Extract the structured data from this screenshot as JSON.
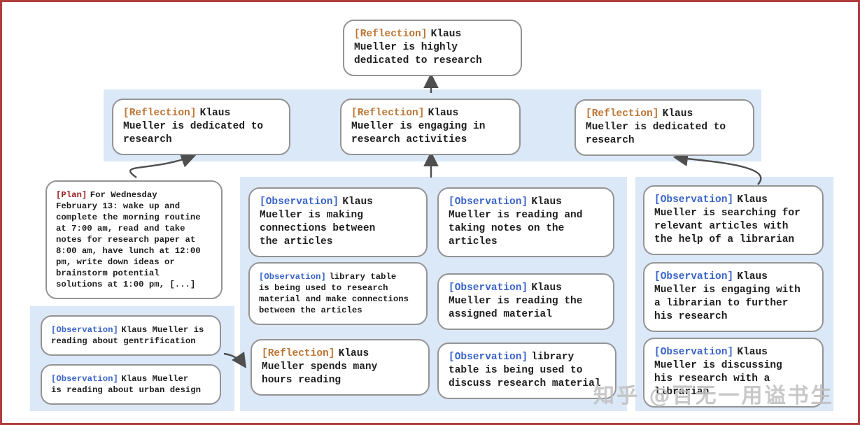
{
  "colors": {
    "frame_border": "#b13c3c",
    "band_background": "#dbe8f8",
    "box_border": "#949494",
    "reflection_tag": "#bd7635",
    "observation_tag": "#3a64c8",
    "plan_tag": "#9b2420",
    "arrow": "#4f4f4f",
    "body_text": "#1e1e1e"
  },
  "nodes": {
    "root": {
      "tag": "[Reflection]",
      "text": "Klaus\nMueller is highly\ndedicated to research"
    },
    "ref_left": {
      "tag": "[Reflection]",
      "text": "Klaus\nMueller is dedicated to\nresearch"
    },
    "ref_mid": {
      "tag": "[Reflection]",
      "text": "Klaus\nMueller is engaging in\nresearch activities"
    },
    "ref_right": {
      "tag": "[Reflection]",
      "text": "Klaus\nMueller is dedicated to\nresearch"
    },
    "plan": {
      "tag": "[Plan]",
      "text": "For Wednesday\nFebruary 13: wake up and\ncomplete the morning routine\nat 7:00 am, read and take\nnotes for research paper at\n8:00 am, have lunch at 12:00\npm, write down ideas or\nbrainstorm potential\nsolutions at 1:00 pm, [...]"
    },
    "obs_gentrification": {
      "tag": "[Observation]",
      "text": "Klaus Mueller is\nreading about gentrification"
    },
    "obs_urban_design": {
      "tag": "[Observation]",
      "text": "Klaus Mueller\nis reading about urban design"
    },
    "obs_connections": {
      "tag": "[Observation]",
      "text": "Klaus\nMueller is making\nconnections between\nthe articles"
    },
    "obs_library_research": {
      "tag": "[Observation]",
      "text": "library table\nis being used to research\nmaterial and make connections\nbetween the articles"
    },
    "ref_hours": {
      "tag": "[Reflection]",
      "text": "Klaus\nMueller spends many\nhours reading"
    },
    "obs_taking_notes": {
      "tag": "[Observation]",
      "text": "Klaus\nMueller is reading and\ntaking notes on the\narticles"
    },
    "obs_assigned": {
      "tag": "[Observation]",
      "text": "Klaus\nMueller is reading the\nassigned material"
    },
    "obs_discuss_table": {
      "tag": "[Observation]",
      "text": "library\ntable is being used to\ndiscuss research material"
    },
    "obs_searching": {
      "tag": "[Observation]",
      "text": "Klaus\nMueller is searching for\nrelevant articles with\nthe help of a librarian"
    },
    "obs_engaging_librarian": {
      "tag": "[Observation]",
      "text": "Klaus\nMueller is engaging with\na librarian to further\nhis research"
    },
    "obs_discussing_librarian": {
      "tag": "[Observation]",
      "text": "Klaus\nMueller is discussing\nhis research with a\nlibrarian"
    }
  },
  "watermark": {
    "text": "知乎 @百无一用谥书生"
  }
}
